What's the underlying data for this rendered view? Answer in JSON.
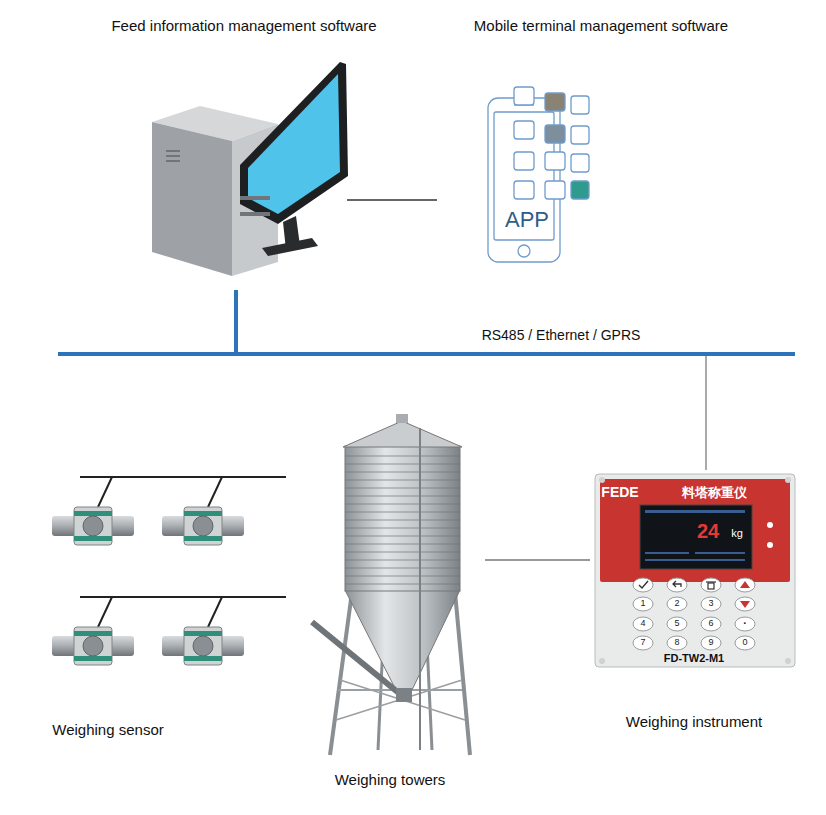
{
  "diagram": {
    "nodes": [
      {
        "text": [
          "Feed information management software"
        ]
      },
      {
        "text": [
          "Mobile terminal management software",
          "APP"
        ]
      },
      {
        "text": [
          "Weighing sensor"
        ]
      },
      {
        "text": [
          "Weighing towers"
        ]
      },
      {
        "text": [
          "Weighing instrument"
        ]
      }
    ],
    "edges": [
      {
        "from": 0,
        "to": 1,
        "arrow": "none"
      },
      {
        "from": 0,
        "to": 4,
        "label": "RS485 / Ethernet / GPRS",
        "arrow": "none"
      },
      {
        "from": 3,
        "to": 4,
        "arrow": "none"
      }
    ],
    "labels": [
      "FEDE",
      "料塔称重仪",
      "24",
      "kg",
      "1",
      "2",
      "3",
      "4",
      "5",
      "6",
      "·",
      "7",
      "8",
      "9",
      "0",
      "FD-TW2-M1"
    ]
  }
}
